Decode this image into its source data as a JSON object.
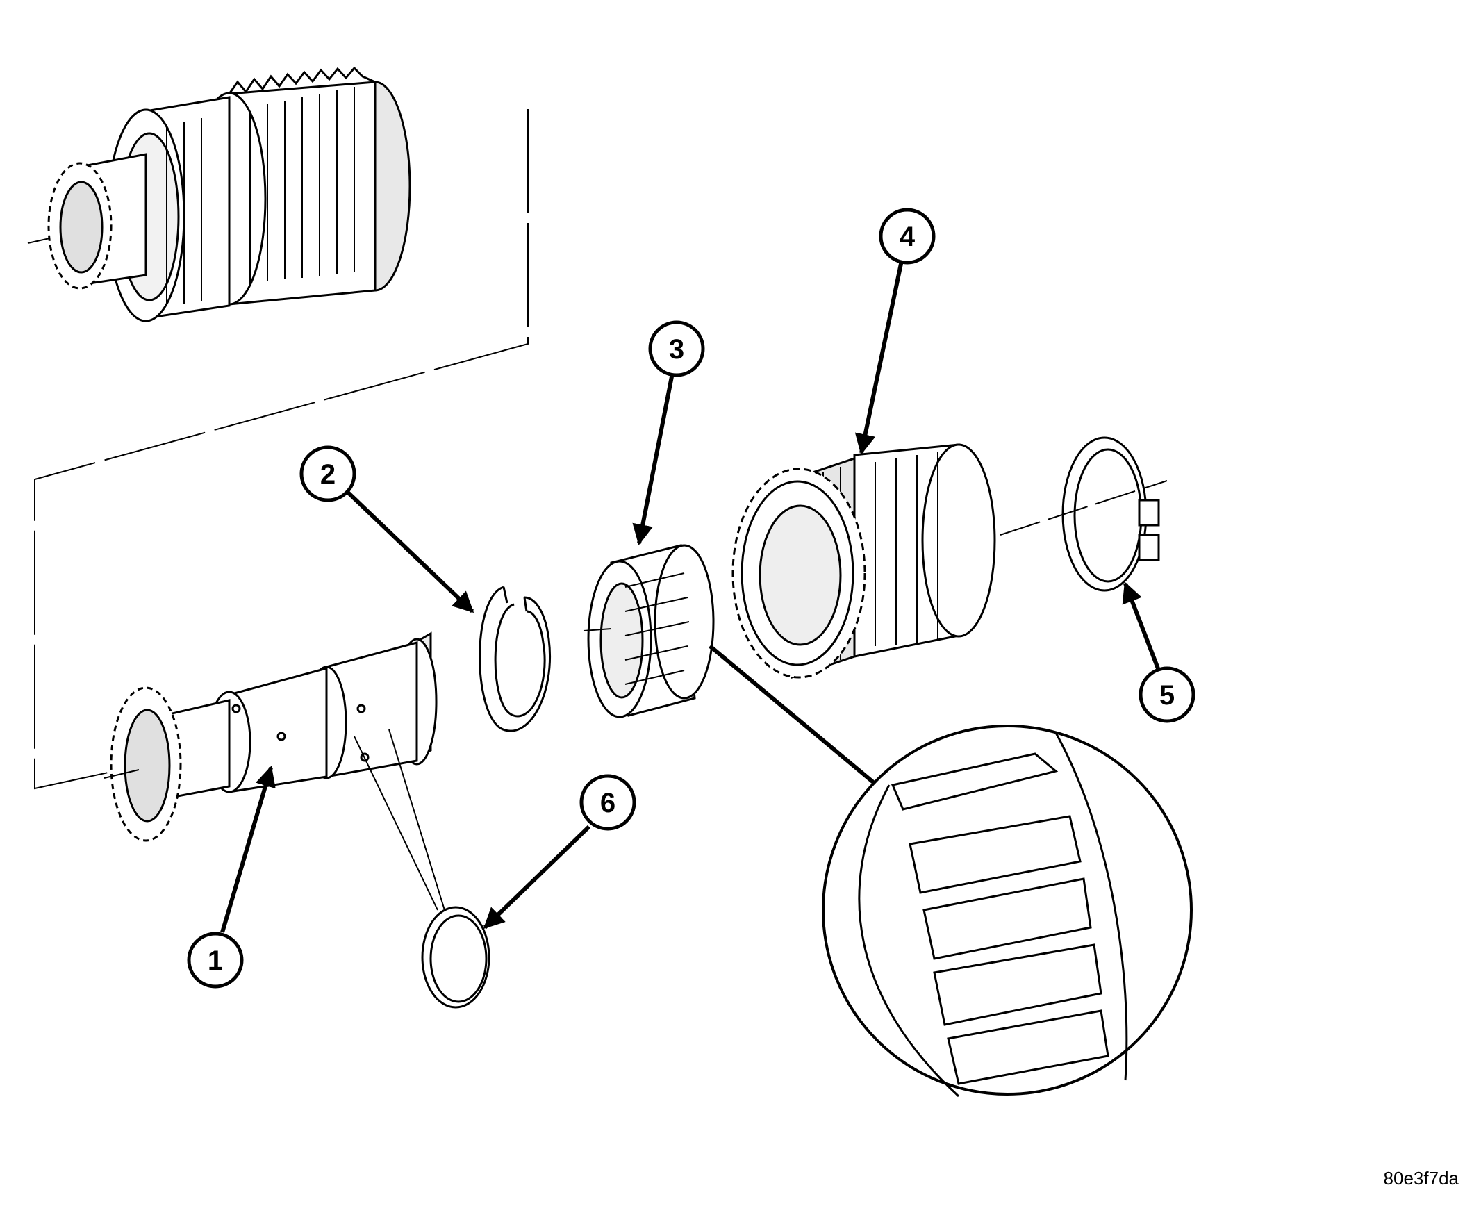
{
  "callouts": [
    "1",
    "2",
    "3",
    "4",
    "5",
    "6"
  ],
  "figure_id": "80e3f7da",
  "colors": {
    "ink": "#000000",
    "paper": "#ffffff",
    "shade": "#d9d9d9"
  }
}
